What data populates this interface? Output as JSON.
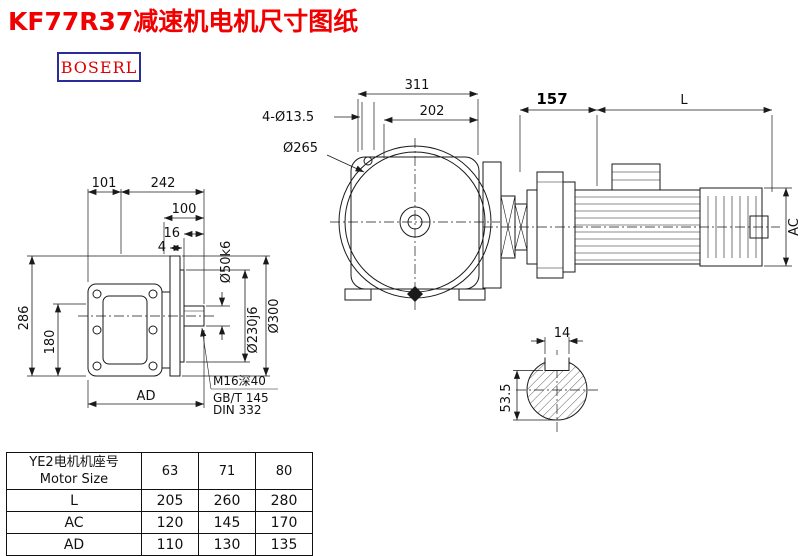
{
  "page": {
    "title": "KF77R37减速机电机尺寸图纸",
    "brand": "BOSERL"
  },
  "front_view": {
    "dim_total_width": "311",
    "dim_width_202": "202",
    "dim_bolt_holes": "4-Ø13.5",
    "dim_flange_diameter": "Ø265",
    "dim_157": "157",
    "dim_motor_length": "L",
    "dim_motor_diameter": "AC"
  },
  "side_view": {
    "dim_101": "101",
    "dim_242": "242",
    "dim_100": "100",
    "dim_16": "16",
    "dim_4": "4",
    "dim_height_286": "286",
    "dim_height_180": "180",
    "dim_shaft": "Ø50k6",
    "dim_spigot": "Ø230j6",
    "dim_flange": "Ø300",
    "dim_AD": "AD",
    "tap_note": [
      "M16深40",
      "GB/T 145",
      "DIN 332"
    ]
  },
  "shaft_section": {
    "dim_key_width": "14",
    "dim_key_depth": "53.5"
  },
  "table": {
    "header_cn": "YE2电机机座号",
    "header_en": "Motor Size",
    "sizes": [
      "63",
      "71",
      "80"
    ],
    "rows": [
      {
        "label": "L",
        "values": [
          "205",
          "260",
          "280"
        ]
      },
      {
        "label": "AC",
        "values": [
          "120",
          "145",
          "170"
        ]
      },
      {
        "label": "AD",
        "values": [
          "110",
          "130",
          "135"
        ]
      }
    ]
  }
}
